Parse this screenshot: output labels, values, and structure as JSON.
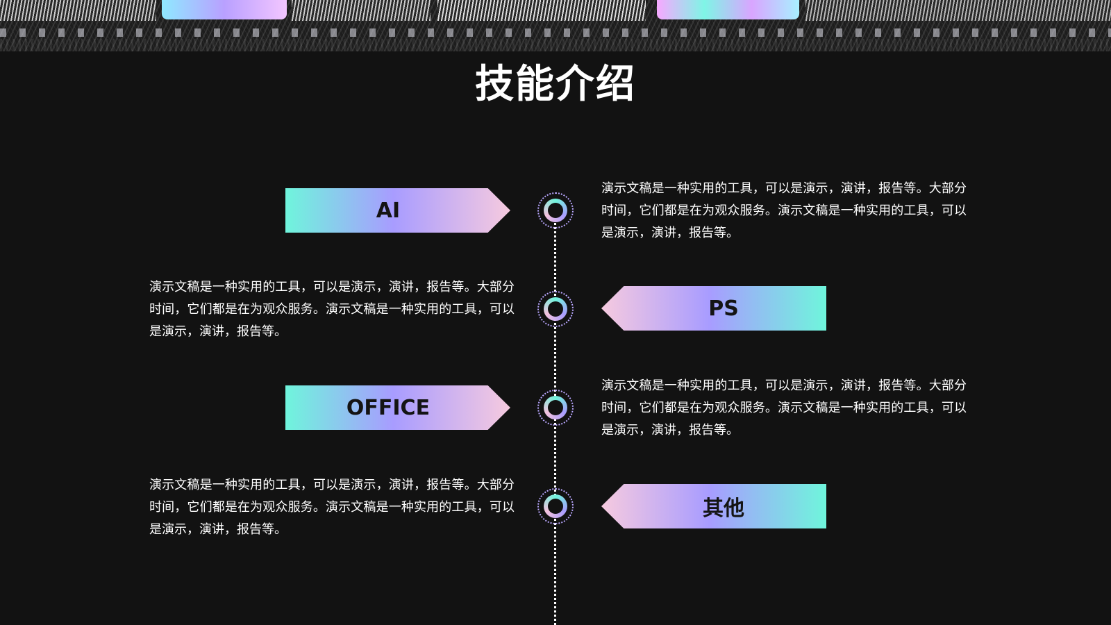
{
  "slide": {
    "title": "技能介绍"
  },
  "colors": {
    "background": "#121212",
    "gradient_teal": "#6ff5dc",
    "gradient_violet": "#a89cff",
    "gradient_pink": "#f6cadf",
    "text": "#ffffff",
    "label_text": "#141414"
  },
  "skills": [
    {
      "label": "AI",
      "description": "演示文稿是一种实用的工具，可以是演示，演讲，报告等。大部分时间，它们都是在为观众服务。演示文稿是一种实用的工具，可以是演示，演讲，报告等。"
    },
    {
      "label": "PS",
      "description": "演示文稿是一种实用的工具，可以是演示，演讲，报告等。大部分时间，它们都是在为观众服务。演示文稿是一种实用的工具，可以是演示，演讲，报告等。"
    },
    {
      "label": "OFFICE",
      "description": "演示文稿是一种实用的工具，可以是演示，演讲，报告等。大部分时间，它们都是在为观众服务。演示文稿是一种实用的工具，可以是演示，演讲，报告等。"
    },
    {
      "label": "其他",
      "description": "演示文稿是一种实用的工具，可以是演示，演讲，报告等。大部分时间，它们都是在为观众服务。演示文稿是一种实用的工具，可以是演示，演讲，报告等。"
    }
  ]
}
